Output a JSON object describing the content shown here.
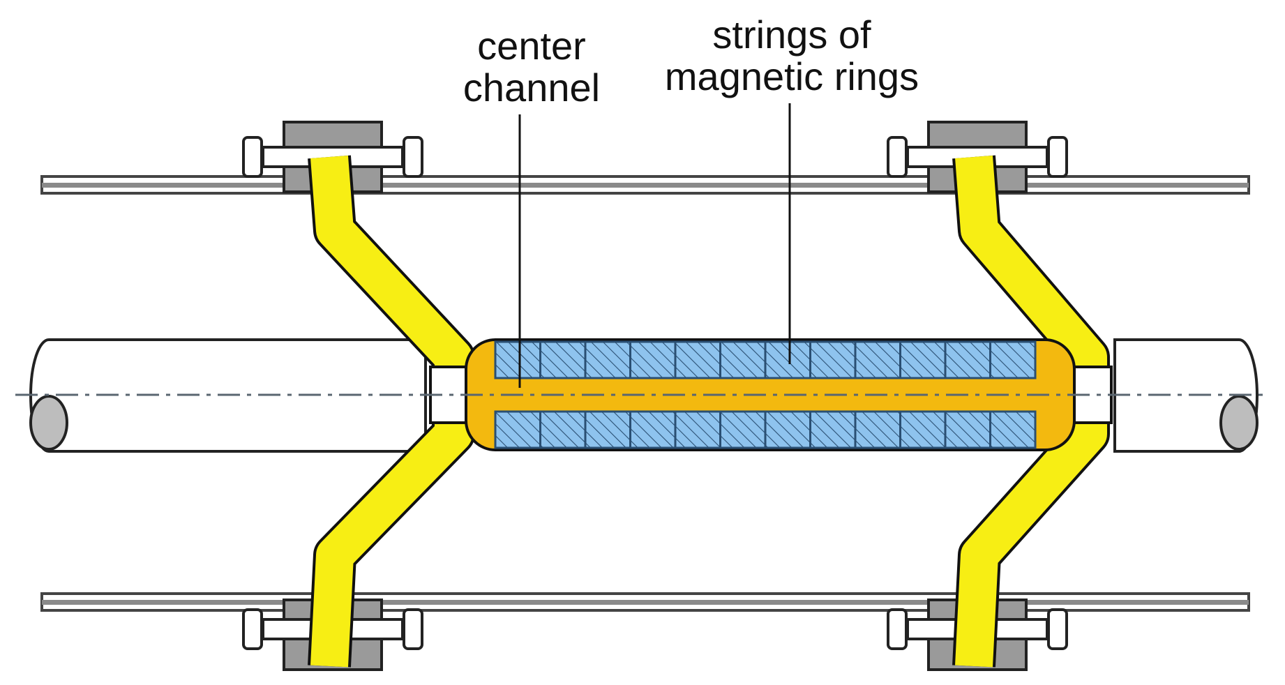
{
  "labels": {
    "center_channel": {
      "line1": "center",
      "line2": "channel"
    },
    "strings_of_magnetic_rings": {
      "line1": "strings of",
      "line2": "magnetic rings"
    }
  },
  "colors": {
    "background": "#ffffff",
    "pipe_wall": "#555555",
    "yellow_support": "#f7ee14",
    "orange_body": "#f3b90f",
    "ring_fill": "#8ec3ee",
    "ring_border": "#2a4f73",
    "flange_gray": "#9a9a9a",
    "centerline": "#5a6670"
  },
  "icons": [
    "flange-bolt-icon"
  ],
  "rings": {
    "per_string": 12,
    "strings": 2
  }
}
